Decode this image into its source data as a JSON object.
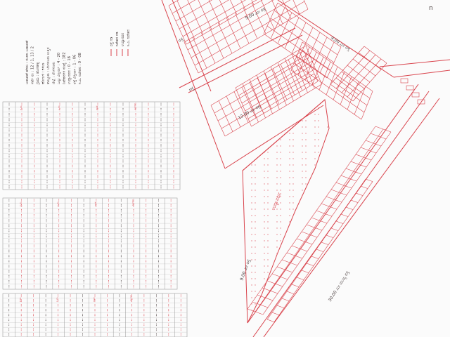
{
  "layout_plan": {
    "header": {
      "corner_mark": "n"
    },
    "notes_block": {
      "lines": [
        "ಬಡಾವಣೆ ಹೆಸರು : ನಂದಿನಿ ಬಡಾವಣೆ",
        "ಸರ್ವೆ ನಂ : 12 / 1, 13 / 2",
        "ಗ್ರಾಮ : ಹೊಸಹಳ್ಳಿ",
        "ಹೋಬಳಿ : ಕಸಬಾ",
        "ತಾಲ್ಲೂಕು : ಬೆಂಗಳೂರು ಉತ್ತರ",
        "ಜಿಲ್ಲೆ : ಬೆಂಗಳೂರು",
        "ಒಟ್ಟು ವಿಸ್ತೀರ್ಣ : 4 - 20",
        "ನಿವೇಶನಗಳ ಸಂಖ್ಯೆ : 182",
        "ಉದ್ಯಾನವನ : 0 - 18",
        "ರಸ್ತೆ ವಿಸ್ತೀರ್ಣ : 1 - 06",
        "ಸಿ.ಎ. ನಿವೇಶನ : 0 - 08"
      ]
    },
    "legend": {
      "items": [
        "ರಸ್ತೆ ಗಡಿ",
        "ನಿವೇಶನ ಗಡಿ",
        "ಉದ್ಯಾನವನ",
        "ಸಿ.ಎ. ನಿವೇಶನ"
      ]
    },
    "tables": [
      {
        "columns": [
          "ಕ್ರ.ಸಂ",
          "ನಿ.ಸಂ",
          "ಅಳತೆ",
          "ವಿಸ್ತೀರ್ಣ"
        ]
      },
      {
        "columns": [
          "ಕ್ರ.ಸಂ",
          "ನಿ.ಸಂ",
          "ಅಳತೆ",
          "ವಿಸ್ತೀರ್ಣ"
        ]
      },
      {
        "columns": [
          "ಕ್ರ.ಸಂ",
          "ನಿ.ಸಂ",
          "ಅಳತೆ",
          "ವಿಸ್ತೀರ್ಣ"
        ]
      }
    ],
    "road_labels": {
      "upper_road": "9.00 ಮೀ ರಸ್ತೆ",
      "middle_road": "12.00 ಮೀ ರಸ್ತೆ",
      "lower_road": "9.00 ಮೀ ರಸ್ತೆ",
      "main_road": "30.00 ಮೀ ಮುಖ್ಯ ರಸ್ತೆ",
      "road_upper_right": "9.00 ಮೀ ರಸ್ತೆ",
      "road_small_1": "ರಸ್ತೆ",
      "road_small_2": "ರಸ್ತೆ"
    },
    "park_label": "ಉದ್ಯಾನವನ",
    "colors": {
      "ink_red": "#d9434c",
      "ink_dark": "#4a3f3f",
      "background": "#fbfbfb",
      "park_dots": "#e57c85"
    }
  }
}
